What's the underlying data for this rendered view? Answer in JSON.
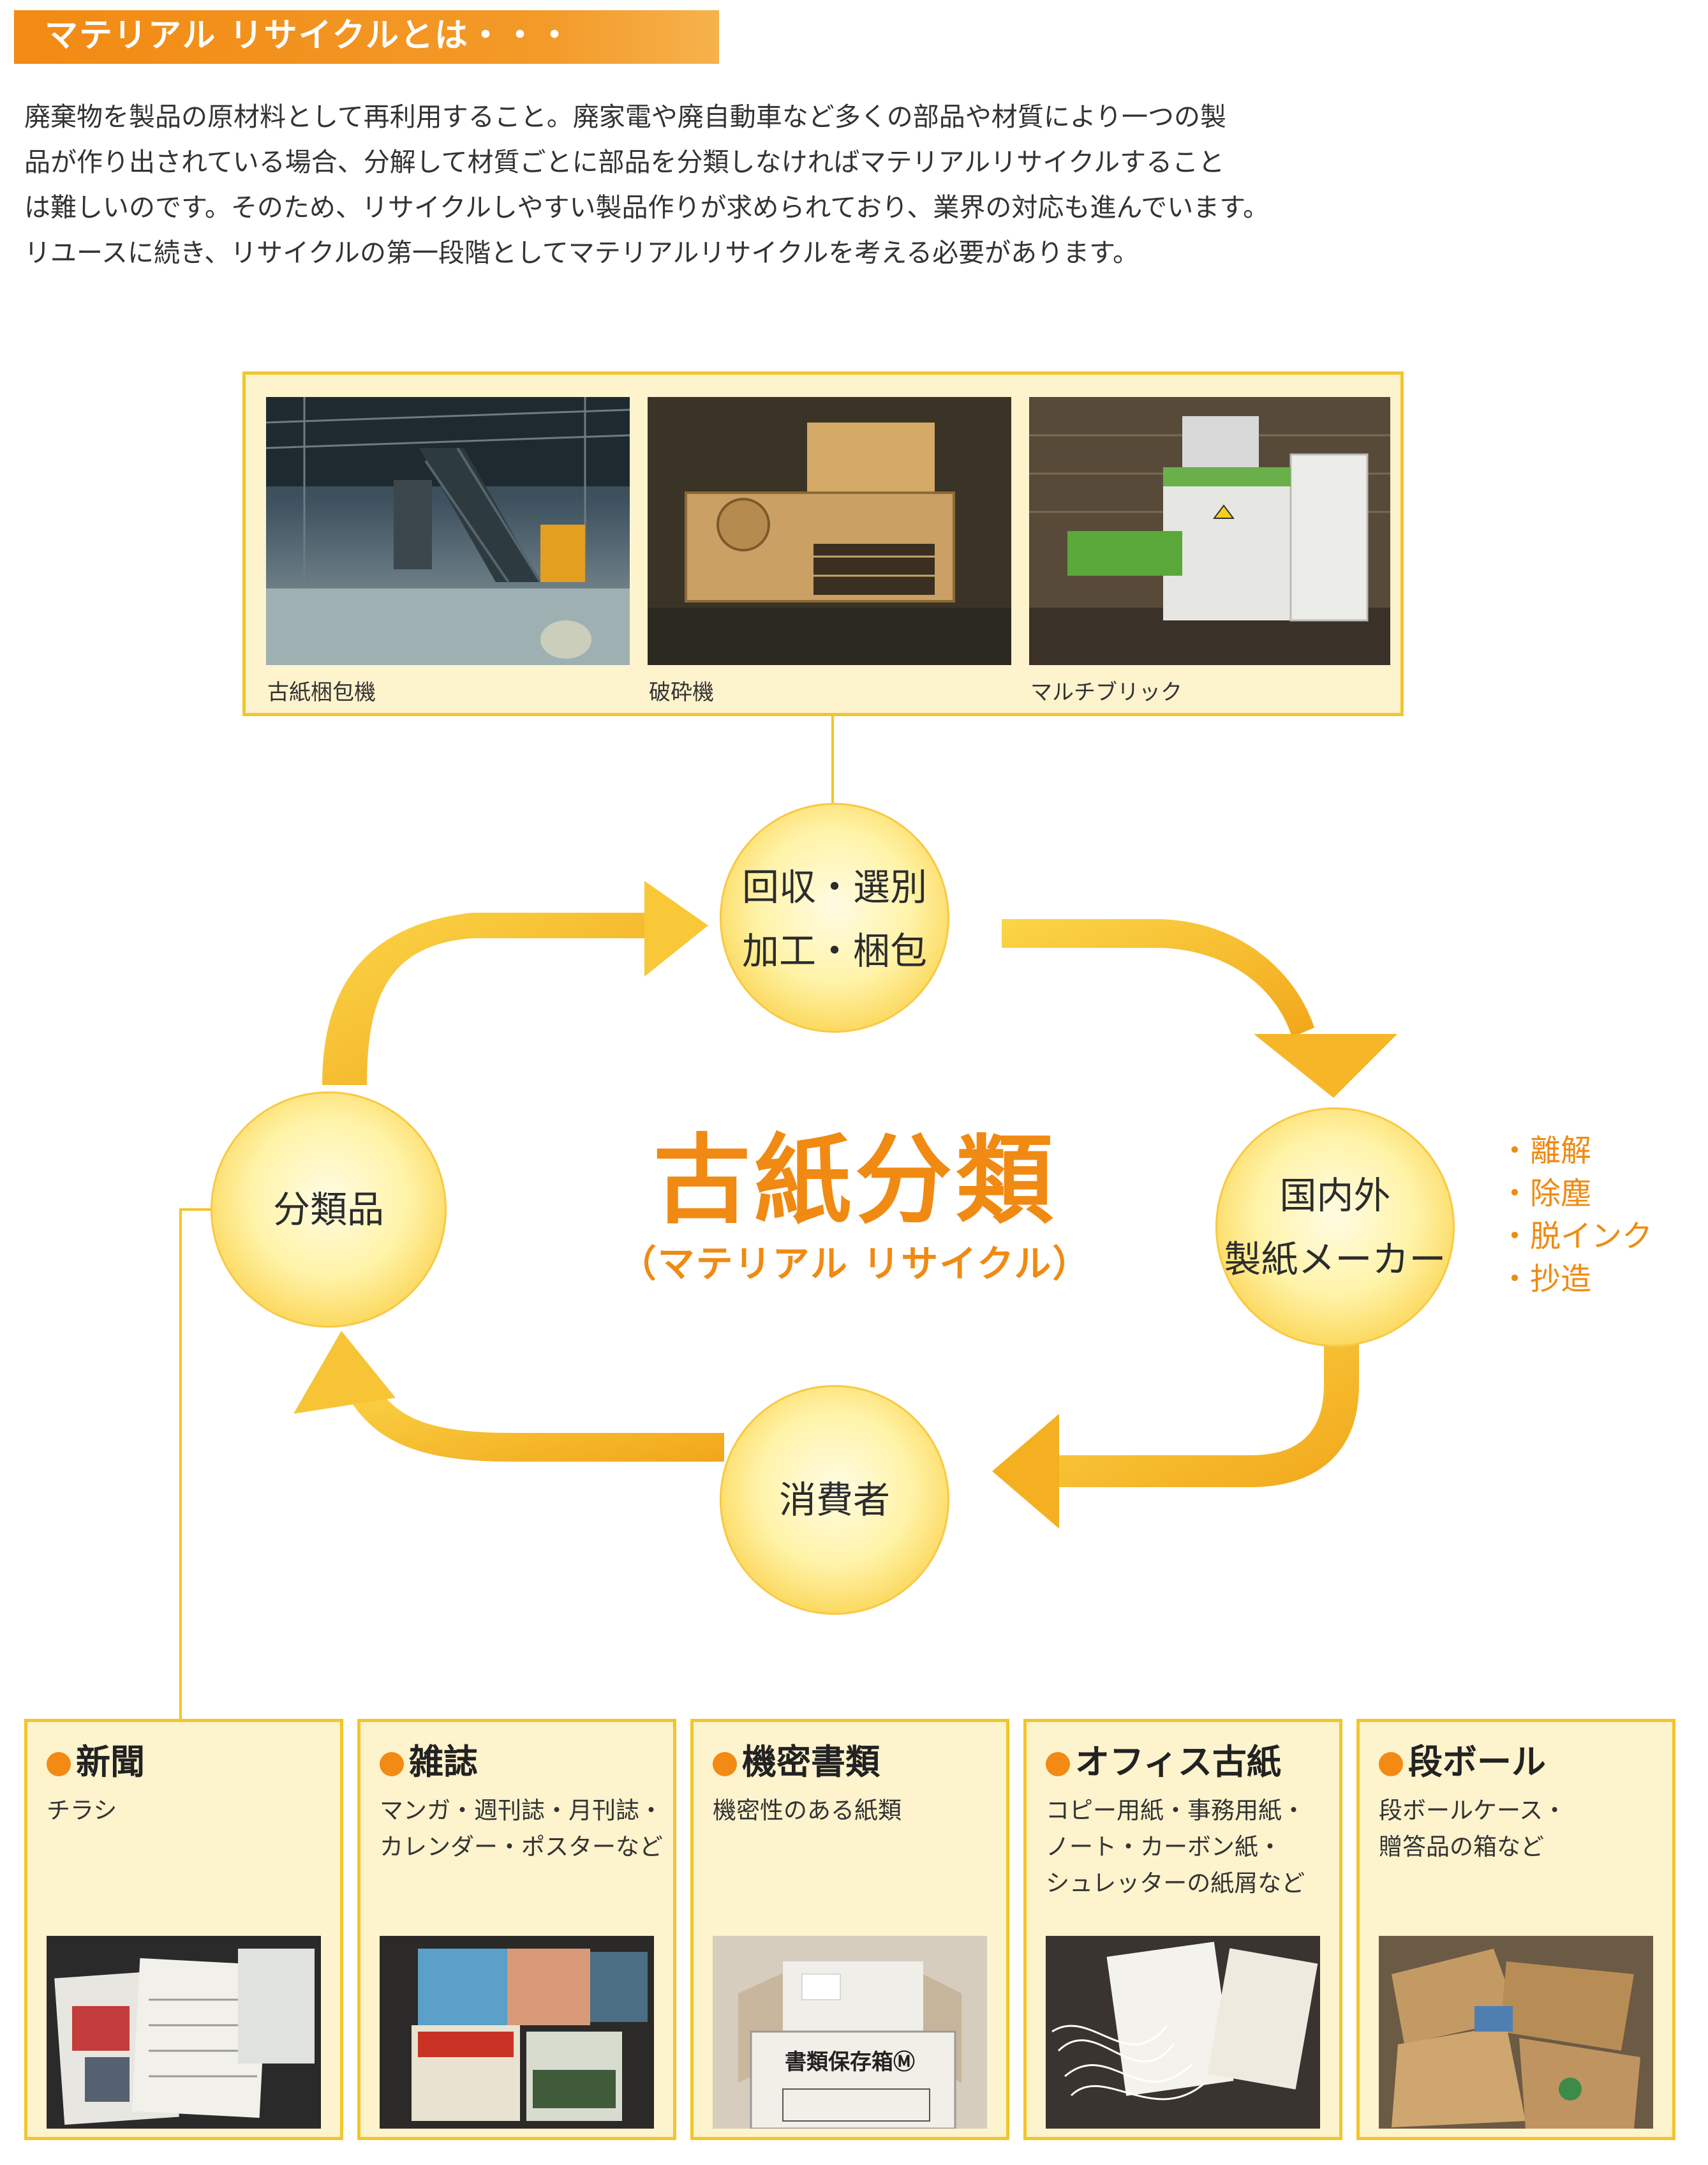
{
  "header": {
    "title": "マテリアル リサイクルとは・・・"
  },
  "intro": {
    "lines": [
      "廃棄物を製品の原材料として再利用すること。廃家電や廃自動車など多くの部品や材質により一つの製",
      "品が作り出されている場合、分解して材質ごとに部品を分類しなければマテリアルリサイクルすること",
      "は難しいのです。そのため、リサイクルしやすい製品作りが求められており、業界の対応も進んでいます。",
      "リユースに続き、リサイクルの第一段階としてマテリアルリサイクルを考える必要があります。"
    ]
  },
  "machines": [
    {
      "caption": "古紙梱包機"
    },
    {
      "caption": "破砕機"
    },
    {
      "caption": "マルチブリック"
    }
  ],
  "cycle": {
    "top": {
      "line1": "回収・選別",
      "line2": "加工・梱包"
    },
    "right": {
      "line1": "国内外",
      "line2": "製紙メーカー"
    },
    "bottom": {
      "line1": "消費者"
    },
    "left": {
      "line1": "分類品"
    },
    "center_title": "古紙分類",
    "center_subtitle": "（マテリアル リサイクル）"
  },
  "process_steps": [
    "・離解",
    "・除塵",
    "・脱インク",
    "・抄造"
  ],
  "categories": [
    {
      "title": "新聞",
      "desc": [
        "チラシ"
      ]
    },
    {
      "title": "雑誌",
      "desc": [
        "マンガ・週刊誌・月刊誌・",
        "カレンダー・ポスターなど"
      ]
    },
    {
      "title": "機密書類",
      "desc": [
        "機密性のある紙類"
      ],
      "photo_label": "書類保存箱Ⓜ"
    },
    {
      "title": "オフィス古紙",
      "desc": [
        "コピー用紙・事務用紙・",
        "ノート・カーボン紙・",
        "シュレッターの紙屑など"
      ]
    },
    {
      "title": "段ボール",
      "desc": [
        "段ボールケース・",
        "贈答品の箱など"
      ]
    }
  ],
  "colors": {
    "accent": "#f28a13",
    "box_border": "#f3c52a",
    "box_fill": "#fdf3cd"
  }
}
